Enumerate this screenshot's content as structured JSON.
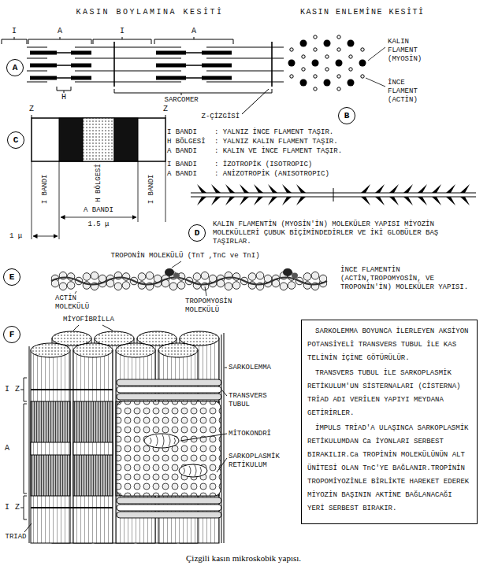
{
  "diagram": {
    "caption": "Çizgili kasın mikroskobik yapısı.",
    "nodes": [
      {
        "text": [
          "A"
        ]
      },
      {
        "text": [
          "B"
        ]
      },
      {
        "text": [
          "C"
        ]
      },
      {
        "text": [
          "D"
        ]
      },
      {
        "text": [
          "E"
        ]
      },
      {
        "text": [
          "F"
        ]
      },
      {
        "text": [
          "SARKOLEMMA BOYUNCA İLERLEYEN AKSİYON POTANSİYELİ TRANSVERS TUBUL İLE KAS TELİNİN İÇİNE GÖTÜRÜLÜR.",
          "TRANSVERS TUBUL İLE SARKOPLASMİK RETİKULUM'UN SİSTERNALARI (CİSTERNA) TRİAD ADI VERİLEN YAPIYI MEYDANA GETİRİRLER.",
          "İMPULS TRİAD'A ULAŞINCA SARKOPLASMİK RETİKULUMDAN Ca İYONLARI SERBEST BIRAKILIR.Ca TROPİNİN MOLEKÜLÜNÜN ALT ÜNİTESİ OLAN TnC'YE BAĞLANIR.TROPİNİN TROPOMİYOZİNLE BİRLİKTE HAREKET EDEREK MİYOZİN BAŞININ AKTİNE BAĞLANACAĞI YERİ SERBEST BIRAKIR."
        ]
      }
    ],
    "labels": [
      "KASIN BOYLAMINA KESİTİ",
      "KASIN ENLEMİNE KESİTİ",
      "I",
      "A",
      "I",
      "A",
      "H",
      "SARCOMER",
      "Z-ÇİZGİSİ",
      "KALIN FLAMENT (MYOSİN)",
      "İNCE FLAMENT (ACTİN)",
      "Z",
      "Z",
      "I BANDI",
      ": YALNIZ İNCE FLAMENT TAŞIR.",
      "H BÖLGESİ",
      ": YALNIZ KALIN FLAMENT TAŞIR.",
      "A BANDI",
      ": KALIN VE İNCE FLAMENT TAŞIR.",
      "I BANDI",
      ": İZOTROPİK (ISOTROPIC)",
      "A BANDI",
      ": ANİZOTROPİK (ANISOTROPIC)",
      "I BANDI",
      "H BÖLGESİ",
      "I BANDI",
      "A BANDI",
      "1.5 μ",
      "1 μ",
      "KALIN FLAMENTİN (MYOSİN'İN) MOLEKÜLER YAPISI MİYOZİN MOLEKÜLLERİ ÇUBUK BİÇİMİNDEDİRLER VE İKİ GLOBÜLER BAŞ TAŞIRLAR.",
      "TROPONİN MOLEKÜLÜ (TnT ,TnC ve TnI)",
      "ACTİN MOLEKÜLÜ",
      "TROPOMYOSİN MOLEKÜLÜ",
      "İNCE FLAMENTİN (ACTİN,TROPOMYOSİN, VE TROPONİN'İN) MOLEKÜLER YAPISI.",
      "MİYOFİBRİLLA",
      "SARKOLEMMA",
      "TRANSVERS TUBUL",
      "MİTOKONDRİ",
      "SARKOPLASMİK RETİKULUM",
      "I",
      "Z",
      "A",
      "I",
      "Z",
      "TRIAD"
    ]
  }
}
